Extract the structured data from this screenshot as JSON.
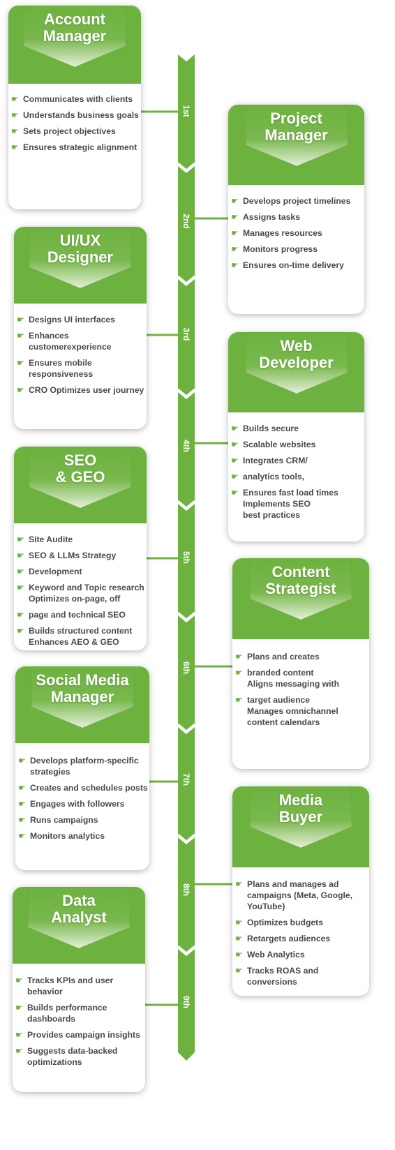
{
  "accent_color": "#6db23f",
  "bullet_icon": "pointing-hand-icon",
  "steps": [
    "1st",
    "2nd",
    "3rd",
    "4th",
    "5th",
    "6th",
    "7th",
    "8th",
    "9th"
  ],
  "roles": [
    {
      "title": "Account\nManager",
      "items": [
        "Communicates with clients",
        "Understands business goals",
        "Sets project objectives",
        "Ensures strategic alignment"
      ]
    },
    {
      "title": "Project\nManager",
      "items": [
        "Develops project timelines",
        "Assigns tasks",
        "Manages resources",
        "Monitors progress",
        "Ensures on-time delivery"
      ]
    },
    {
      "title": "UI/UX\nDesigner",
      "items": [
        "Designs UI interfaces",
        "Enhances customerexperience",
        "Ensures mobile responsiveness",
        "CRO Optimizes user journey"
      ]
    },
    {
      "title": "Web\nDeveloper",
      "items": [
        "Builds secure",
        "Scalable websites",
        "Integrates CRM/",
        "analytics tools,",
        "Ensures fast load times\nImplements SEO\nbest practices"
      ]
    },
    {
      "title": "SEO\n& GEO",
      "items": [
        "Site Audite",
        "SEO & LLMs Strategy",
        "Development",
        "Keyword and Topic research\nOptimizes on-page, off",
        "page and technical SEO",
        "Builds structured content\nEnhances AEO & GEO"
      ]
    },
    {
      "title": "Content\nStrategist",
      "items": [
        "Plans and creates",
        "branded content\nAligns messaging with",
        "target audience\nManages omnichannel\ncontent calendars"
      ]
    },
    {
      "title": "Social Media\nManager",
      "items": [
        "Develops platform-specific\nstrategies",
        "Creates and schedules posts",
        "Engages with followers",
        "Runs campaigns",
        "Monitors analytics"
      ]
    },
    {
      "title": "Media\nBuyer",
      "items": [
        "Plans and manages ad\ncampaigns (Meta, Google, YouTube)",
        "Optimizes budgets",
        "Retargets audiences",
        "Web Analytics",
        "Tracks ROAS and conversions"
      ]
    },
    {
      "title": "Data\nAnalyst",
      "items": [
        "Tracks KPIs and user behavior",
        "Builds performance dashboards",
        "Provides campaign insights",
        "Suggests data-backed\noptimizations"
      ]
    }
  ]
}
